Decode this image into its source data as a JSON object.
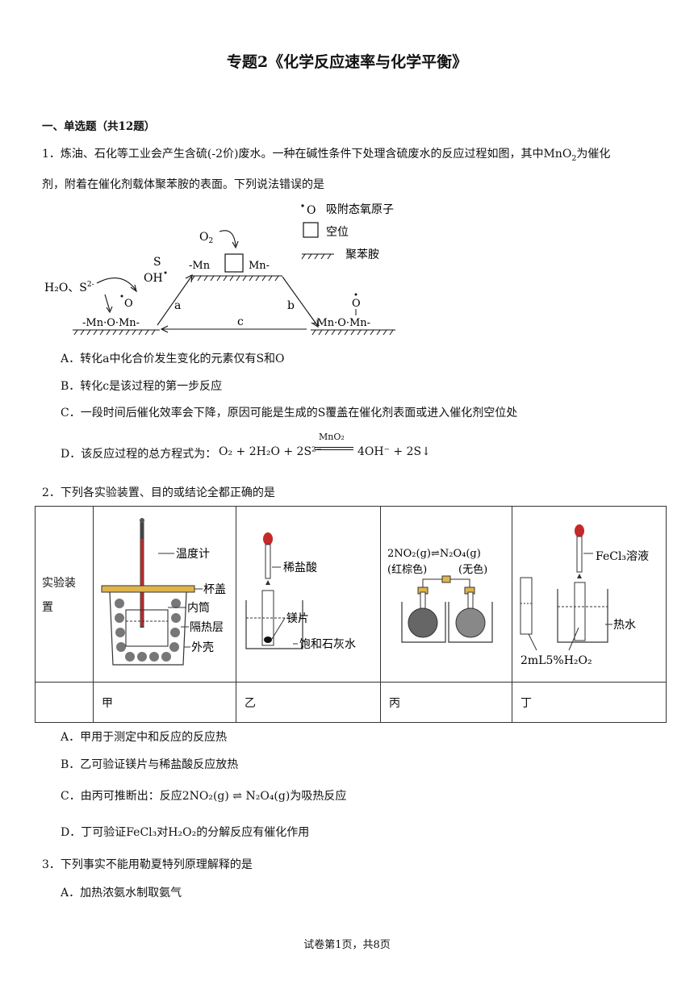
{
  "title": "专题2《化学反应速率与化学平衡》",
  "section": "一、单选题（共12题）",
  "q1": {
    "stem_line1_a": "1．炼油、石化等工业会产生含硫(-2价)废水。一种在碱性条件下处理含硫废水的反应过程如图，其中",
    "mno2": "MnO",
    "two": "2",
    "stem_line1_b": "为催化",
    "stem_line2": "剂，附着在催化剂载体聚苯胺的表面。下列说法错误的是",
    "legend": [
      "吸附态氧原子",
      "空位",
      "聚苯胺"
    ],
    "diagram": {
      "o2": "O",
      "s": "S",
      "oh": "OH",
      "h2o_s": "H₂O、S",
      "o": "O",
      "mn_o_mn": "-Mn·O·Mn-",
      "mn_box_mn": [
        "-Mn",
        "Mn-"
      ],
      "label_a": "a",
      "label_b": "b",
      "label_c": "c"
    },
    "options": {
      "A": "A．转化a中化合价发生变化的元素仅有S和O",
      "B": "B．转化c是该过程的第一步反应",
      "C": "C．一段时间后催化效率会下降，原因可能是生成的S覆盖在催化剂表面或进入催化剂空位处",
      "D_prefix": "D．该反应过程的总方程式为：",
      "D_eq_left": "O₂ + 2H₂O + 2S²⁻",
      "D_cat": "MnO₂",
      "D_eq_right": "4OH⁻ + 2S↓"
    }
  },
  "q2": {
    "stem": "2．下列各实验装置、目的或结论全都正确的是",
    "row_header": [
      "实验装",
      "置"
    ],
    "labels": [
      "甲",
      "乙",
      "丙",
      "丁"
    ],
    "jia": [
      "温度计",
      "杯盖",
      "内筒",
      "隔热层",
      "外壳"
    ],
    "yi": [
      "稀盐酸",
      "镁片",
      "饱和石灰水"
    ],
    "bing": [
      "2NO₂(g)⇌N₂O₄(g)",
      "(红棕色)",
      "(无色)"
    ],
    "ding": [
      "FeCl₃溶液",
      "热水",
      "2mL5%H₂O₂"
    ],
    "options": {
      "A": "A．甲用于测定中和反应的反应热",
      "B": "B．乙可验证镁片与稀盐酸反应放热",
      "C_prefix": "C．由丙可推断出：反应",
      "C_eq": "2NO₂(g) ⇌ N₂O₄(g)",
      "C_suffix": "为吸热反应",
      "D_prefix": "D．丁可验证",
      "D_fecl3": "FeCl₃",
      "D_mid": "对",
      "D_h2o2": "H₂O₂",
      "D_suffix": "的分解反应有催化作用"
    }
  },
  "q3": {
    "stem": "3．下列事实不能用勒夏特列原理解释的是",
    "A": "A．加热浓氨水制取氨气"
  },
  "footer": "试卷第1页，共8页"
}
